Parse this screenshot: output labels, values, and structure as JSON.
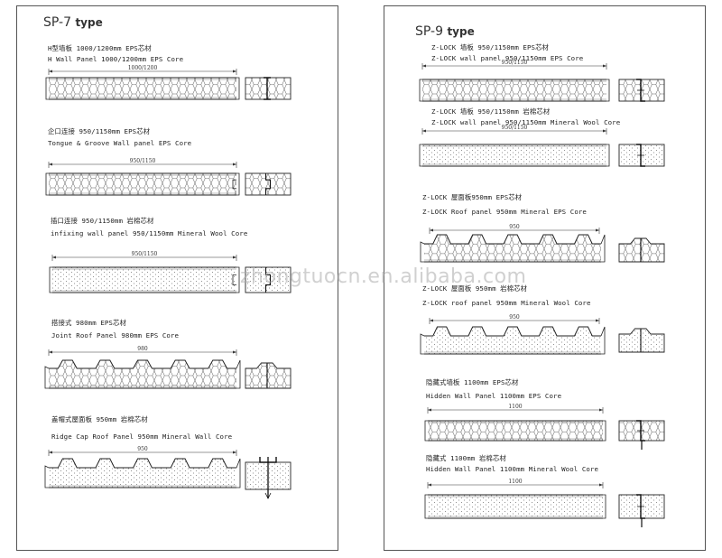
{
  "watermark": "zhongtuocn.en.alibaba.com",
  "left": {
    "type_code": "SP-7",
    "type_word": "type",
    "items": [
      {
        "cn": "H型墙板 1000/1200mm EPS芯材",
        "en": "H Wall Panel 1000/1200mm EPS Core",
        "dim": "1000/1200"
      },
      {
        "cn": "企口连接 950/1150mm EPS芯材",
        "en": "Tongue & Groove Wall panel EPS Core",
        "dim": "950/1150"
      },
      {
        "cn": "插口连接 950/1150mm 岩棉芯材",
        "en": "infixing wall panel 950/1150mm Mineral Wool Core",
        "dim": "950/1150"
      },
      {
        "cn": "搭接式 980mm  EPS芯材",
        "en": "Joint Roof Panel 980mm  EPS Core",
        "dim": "980"
      },
      {
        "cn": "盖帽式屋面板 950mm 岩棉芯材",
        "en": "Ridge Cap Roof Panel 950mm Mineral Wall Core",
        "dim": "950"
      }
    ]
  },
  "right": {
    "type_code": "SP-9",
    "type_word": "type",
    "items": [
      {
        "cn": "Z-LOCK 墙板 950/1150mm EPS芯材",
        "en": "Z-LOCK wall panel 950/1150mm EPS Core",
        "dim": "950/1150"
      },
      {
        "cn": "Z-LOCK 墙板 950/1150mm 岩棉芯材",
        "en": "Z-LOCK wall panel 950/1150mm Mineral Wool Core",
        "dim": "950/1150"
      },
      {
        "cn": "Z-LOCK 屋面板950mm EPS芯材",
        "en": "Z-LOCK Roof panel 950mm Mineral  EPS Core",
        "dim": "950"
      },
      {
        "cn": "Z-LOCK 屋面板 950mm 岩棉芯材",
        "en": "Z-LOCK roof panel 950mm Mineral Wool Core",
        "dim": "950"
      },
      {
        "cn": "隐藏式墙板 1100mm EPS芯材",
        "en": "Hidden Wall Panel 1100mm EPS Core",
        "dim": "1100"
      },
      {
        "cn": "隐藏式 1100mm 岩棉芯材",
        "en": "Hidden Wall Panel 1100mm Mineral Wool Core",
        "dim": "1100"
      }
    ]
  }
}
